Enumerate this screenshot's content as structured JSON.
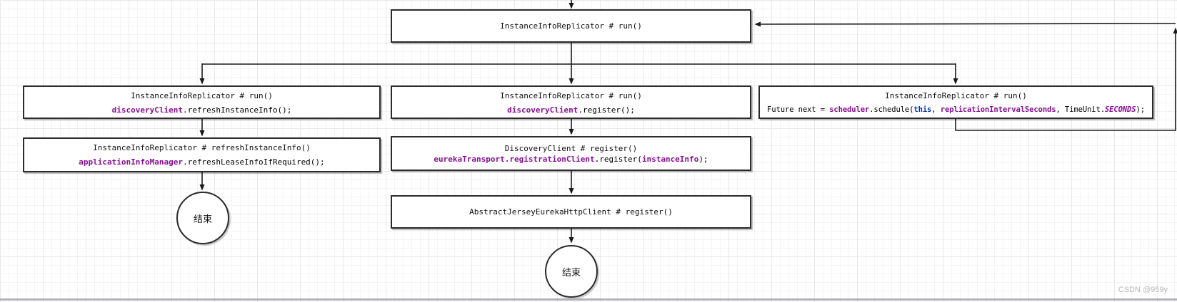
{
  "watermark": "CSDN @959y",
  "nodes": {
    "top_run": {
      "title": "InstanceInfoReplicator # run()"
    },
    "left_run": {
      "title": "InstanceInfoReplicator # run()",
      "code": [
        "discoveryClient",
        ".refreshInstanceInfo();"
      ]
    },
    "mid_run": {
      "title": "InstanceInfoReplicator # run()",
      "code": [
        "discoveryClient",
        ".register();"
      ]
    },
    "right_run": {
      "title": "InstanceInfoReplicator # run()",
      "code": [
        "Future next = ",
        "scheduler",
        ".schedule(",
        "this",
        ", ",
        "replicationIntervalSeconds",
        ", TimeUnit.",
        "SECONDS",
        ");"
      ]
    },
    "left_refresh": {
      "title": "InstanceInfoReplicator # refreshInstanceInfo()",
      "code": [
        "applicationInfoManager",
        ".refreshLeaseInfoIfRequired();"
      ]
    },
    "mid_register": {
      "title": "DiscoveryClient # register()",
      "code": [
        "eurekaTransport.registrationClient.",
        "register(",
        "instanceInfo",
        ");"
      ]
    },
    "jersey_register": {
      "title": "AbstractJerseyEurekaHttpClient # register()"
    },
    "end_left": {
      "label": "结束"
    },
    "end_mid": {
      "label": "结束"
    }
  },
  "colors": {
    "field": "#871094",
    "keyword": "#0033B3",
    "text": "#111111",
    "line": "#1a1a1a",
    "watermark": "#b9b9b9"
  }
}
